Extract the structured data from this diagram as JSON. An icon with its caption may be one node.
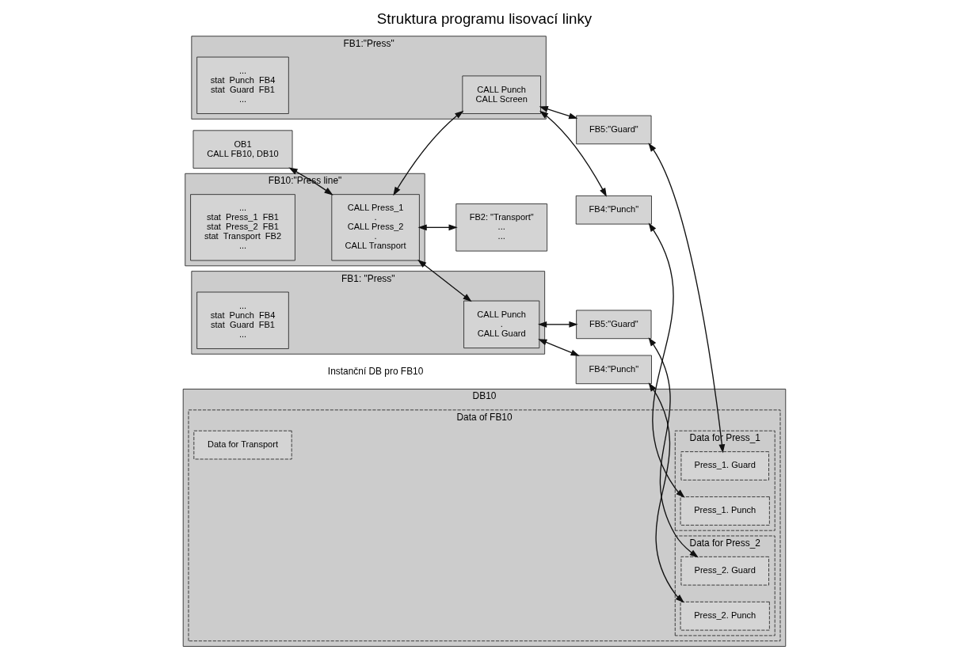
{
  "diagram": {
    "title": "Struktura programu lisovací linky",
    "nodes": [
      {
        "text": [
          "OB1",
          "CALL FB10, DB10"
        ]
      },
      {
        "text": [
          "FB10:\"Press line\""
        ]
      },
      {
        "text": [
          "...",
          "stat  Press_1  FB1",
          "stat  Press_2  FB1",
          "stat  Transport  FB2",
          "..."
        ],
        "in": 1
      },
      {
        "text": [
          "CALL Press_1",
          ".",
          "CALL Press_2",
          ".",
          "CALL Transport"
        ],
        "in": 1
      },
      {
        "text": [
          "FB1:\"Press\""
        ]
      },
      {
        "text": [
          "...",
          "stat  Punch  FB4",
          "stat  Guard  FB1",
          "..."
        ],
        "in": 4
      },
      {
        "text": [
          "CALL Punch",
          "CALL Screen"
        ],
        "in": 4
      },
      {
        "text": [
          "FB4:\"Punch\""
        ]
      },
      {
        "text": [
          "FB5:\"Guard\""
        ]
      },
      {
        "text": [
          "FB1: \"Press\""
        ]
      },
      {
        "text": [
          "...",
          "stat  Punch  FB4",
          "stat  Guard  FB1",
          "..."
        ],
        "in": 9
      },
      {
        "text": [
          "CALL Punch",
          ".",
          "CALL Guard"
        ],
        "in": 9
      },
      {
        "text": [
          "FB4:\"Punch\""
        ]
      },
      {
        "text": [
          "FB5:\"Guard\""
        ]
      },
      {
        "text": [
          "FB2: \"Transport\"",
          "...",
          "..."
        ]
      },
      {
        "text": [
          "DB10"
        ],
        "beside": [
          "Instanční DB pro FB10"
        ]
      },
      {
        "text": [
          "Data of FB10"
        ],
        "in": 15
      },
      {
        "text": [
          "Data for Press_1"
        ],
        "in": 16
      },
      {
        "text": [
          "Press_1. Punch"
        ],
        "in": 17
      },
      {
        "text": [
          "Press_1. Guard"
        ],
        "in": 17
      },
      {
        "text": [
          "Data for Press_2"
        ],
        "in": 16
      },
      {
        "text": [
          "Press_2. Punch"
        ],
        "in": 20
      },
      {
        "text": [
          "Press_2. Guard"
        ],
        "in": 20
      },
      {
        "text": [
          "Data for Transport"
        ],
        "in": 16
      }
    ],
    "edges": [
      {
        "from": 0,
        "to": 3,
        "arrow": "both"
      },
      {
        "from": 3,
        "to": 6,
        "arrow": "both"
      },
      {
        "from": 6,
        "to": 7,
        "arrow": "both"
      },
      {
        "from": 6,
        "to": 8,
        "arrow": "both"
      },
      {
        "from": 7,
        "to": 18,
        "arrow": "both"
      },
      {
        "from": 8,
        "to": 19,
        "arrow": "both"
      },
      {
        "from": 3,
        "to": 11,
        "arrow": "both"
      },
      {
        "from": 11,
        "to": 12,
        "arrow": "both"
      },
      {
        "from": 11,
        "to": 13,
        "arrow": "both"
      },
      {
        "from": 12,
        "to": 21,
        "arrow": "both"
      },
      {
        "from": 13,
        "to": 22,
        "arrow": "both"
      },
      {
        "from": 3,
        "to": 14,
        "arrow": "both"
      }
    ]
  }
}
